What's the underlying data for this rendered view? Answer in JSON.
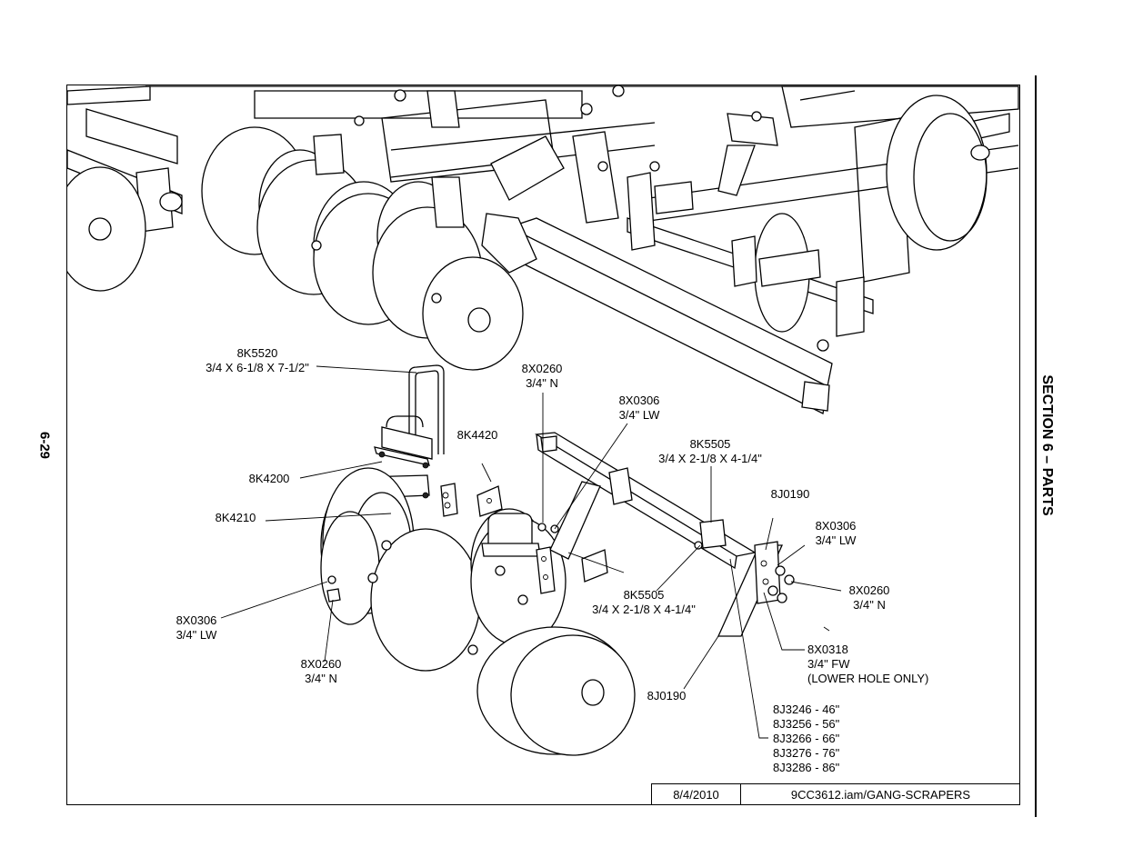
{
  "page_number": "6-29",
  "section_title": "SECTION 6 – PARTS",
  "title_block": {
    "date": "8/4/2010",
    "file": "9CC3612.iam/GANG-SCRAPERS"
  },
  "callouts": {
    "k5520": {
      "part": "8K5520",
      "desc": "3/4 X 6-1/8 X 7-1/2\""
    },
    "x0260_top": {
      "part": "8X0260",
      "desc": "3/4\" N"
    },
    "x0306_top": {
      "part": "8X0306",
      "desc": "3/4\" LW"
    },
    "k4420": {
      "part": "8K4420"
    },
    "k5505_top": {
      "part": "8K5505",
      "desc": "3/4 X 2-1/8 X 4-1/4\""
    },
    "j0190_top": {
      "part": "8J0190"
    },
    "k4200": {
      "part": "8K4200"
    },
    "k4210": {
      "part": "8K4210"
    },
    "x0306_right": {
      "part": "8X0306",
      "desc": "3/4\" LW"
    },
    "x0260_right": {
      "part": "8X0260",
      "desc": "3/4\" N"
    },
    "k5505_mid": {
      "part": "8K5505",
      "desc": "3/4 X 2-1/8 X 4-1/4\""
    },
    "x0306_left": {
      "part": "8X0306",
      "desc": "3/4\" LW"
    },
    "x0260_left": {
      "part": "8X0260",
      "desc": "3/4\" N"
    },
    "x0318": {
      "part": "8X0318",
      "desc": "3/4\" FW",
      "note": "(LOWER HOLE ONLY)"
    },
    "j0190_bottom": {
      "part": "8J0190"
    },
    "j32xx": [
      "8J3246 - 46\"",
      "8J3256 - 56\"",
      "8J3266 - 66\"",
      "8J3276 - 76\"",
      "8J3286 - 86\""
    ]
  }
}
